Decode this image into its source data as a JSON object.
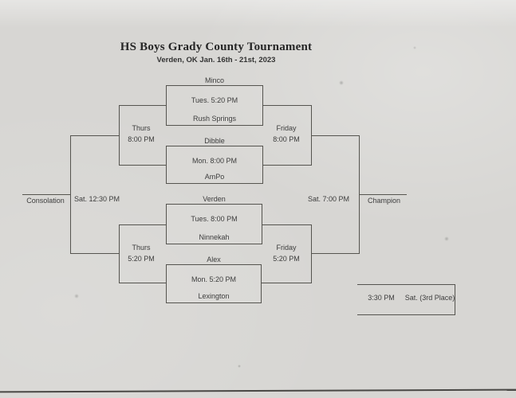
{
  "header": {
    "title": "HS Boys Grady County Tournament",
    "subtitle": "Verden, OK Jan. 16th - 21st, 2023"
  },
  "games": [
    {
      "team_top": "Minco",
      "time": "Tues. 5:20 PM",
      "team_bottom": "Rush Springs"
    },
    {
      "team_top": "Dibble",
      "time": "Mon. 8:00 PM",
      "team_bottom": "AmPo"
    },
    {
      "team_top": "Verden",
      "time": "Tues. 8:00 PM",
      "team_bottom": "Ninnekah"
    },
    {
      "team_top": "Alex",
      "time": "Mon. 5:20 PM",
      "team_bottom": "Lexington"
    }
  ],
  "rounds": {
    "left_top": {
      "day": "Thurs",
      "time": "8:00 PM"
    },
    "left_bottom": {
      "day": "Thurs",
      "time": "5:20 PM"
    },
    "right_top": {
      "day": "Friday",
      "time": "8:00 PM"
    },
    "right_bottom": {
      "day": "Friday",
      "time": "5:20 PM"
    }
  },
  "consolation": {
    "label": "Consolation",
    "time": "Sat. 12:30 PM"
  },
  "championship": {
    "label": "Champion",
    "time": "Sat. 7:00 PM"
  },
  "third_place": {
    "time": "3:30 PM",
    "label": "Sat. (3rd Place)"
  },
  "colors": {
    "paper": "#d7d6d3",
    "ink": "#3d3d3d",
    "line": "#55544f"
  }
}
